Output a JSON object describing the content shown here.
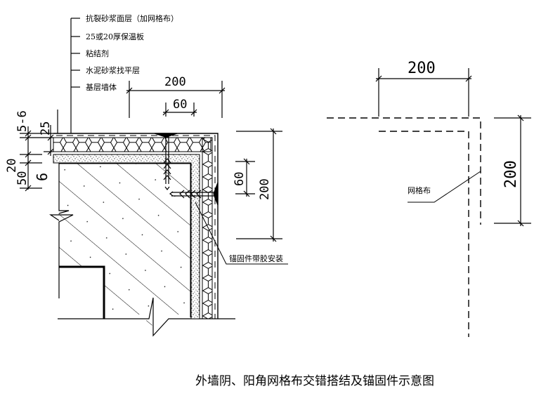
{
  "diagram": {
    "title": "外墙阴、阳角网格布交错搭结及锚固件示意图",
    "layer_labels": [
      "抗裂砂浆面层（加网格布）",
      "25或20厚保温板",
      "粘结剂",
      "水泥砂浆找平层",
      "基层墙体"
    ],
    "anchor_label": "锚固件带胶安装",
    "mesh_label": "网格布",
    "left_detail": {
      "dim_top_overall": "200",
      "dim_top_anchor": "60",
      "dim_right_overall": "200",
      "dim_right_anchor": "60",
      "dim_left_5_6": "5-6",
      "dim_left_25": "25",
      "dim_left_20": "20",
      "dim_left_50": "50",
      "dim_left_6": "6"
    },
    "right_detail": {
      "dim_top": "200",
      "dim_right": "200"
    }
  },
  "colors": {
    "line": "#000000",
    "background": "#ffffff"
  }
}
